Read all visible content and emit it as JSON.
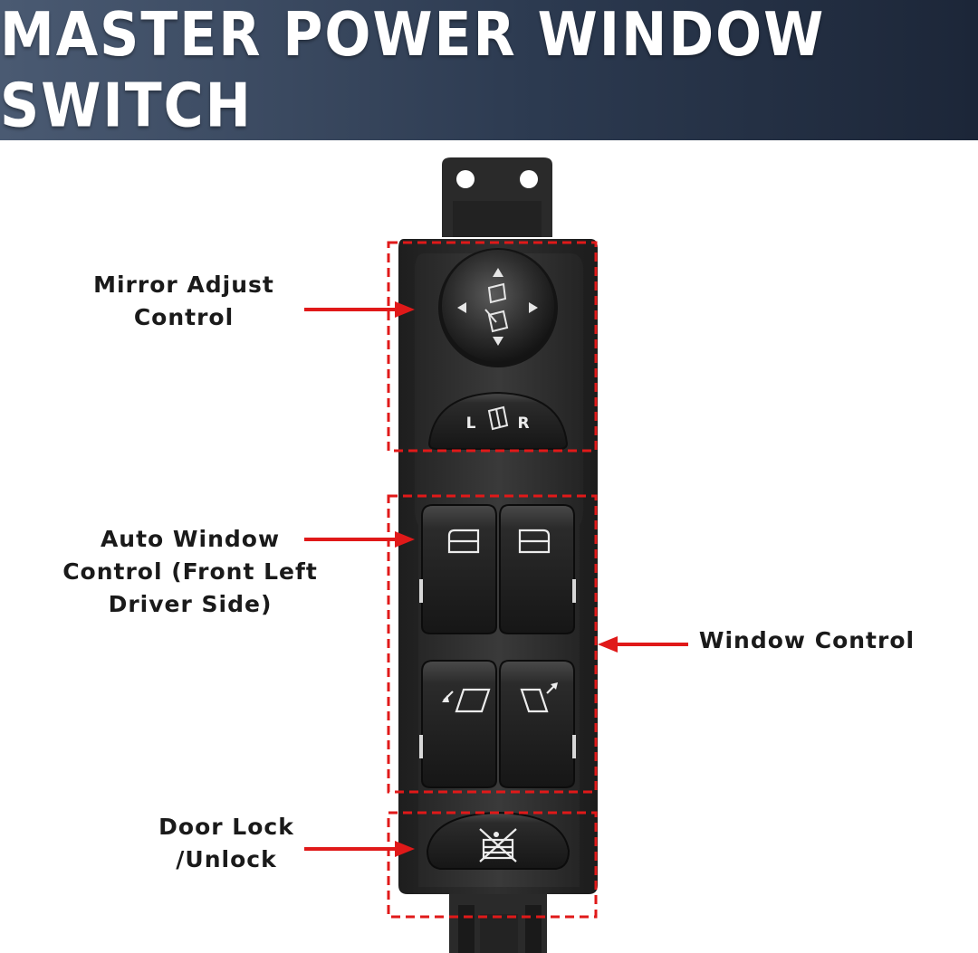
{
  "banner": {
    "title": "MASTER POWER WINDOW SWITCH"
  },
  "callouts": {
    "mirror_adjust": "Mirror Adjust\nControl",
    "auto_window": "Auto Window\nControl (Front Left\nDriver Side)",
    "window_control": "Window Control",
    "door_lock": "Door Lock\n/Unlock"
  },
  "switch_labels": {
    "left": "L",
    "right": "R"
  },
  "colors": {
    "callout_red": "#e01919",
    "housing": "#2a2a2a",
    "button": "#1f1f1f"
  },
  "icons": [
    "mirror-joystick-icon",
    "mirror-select-icon",
    "window-up-icon",
    "rear-window-icon",
    "rear-left-window-icon",
    "rear-right-window-icon",
    "child-lock-icon",
    "arrow-right-icon",
    "arrow-left-icon"
  ]
}
